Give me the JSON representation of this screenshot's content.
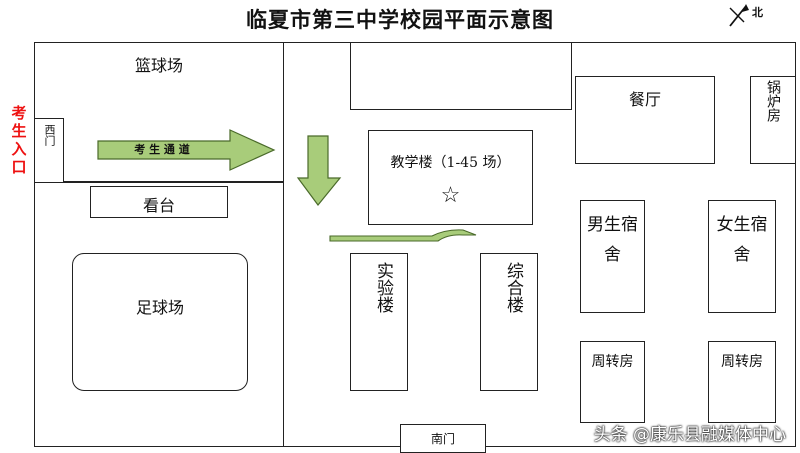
{
  "title": "临夏市第三中学校园平面示意图",
  "compass": {
    "label": "北"
  },
  "entrance": {
    "text": "考生入口"
  },
  "areas": {
    "basketball": "篮球场",
    "west_gate": "西门",
    "stands": "看台",
    "football": "足球场",
    "teaching": "教学楼（1-45 场）",
    "teaching_star": "☆",
    "lab": "实验楼",
    "complex": "综合楼",
    "canteen": "餐厅",
    "boiler": "锅炉房",
    "boys_dorm": "男生宿舍",
    "girls_dorm": "女生宿舍",
    "turnover_left": "周转房",
    "turnover_right": "周转房",
    "south_gate": "南门"
  },
  "arrows": {
    "path_label": "考 生 通 道"
  },
  "colors": {
    "arrow_fill": "#a8cc7a",
    "arrow_stroke": "#4a6a2a",
    "entrance": "#e11"
  },
  "watermark": "头条 @康乐县融媒体中心"
}
